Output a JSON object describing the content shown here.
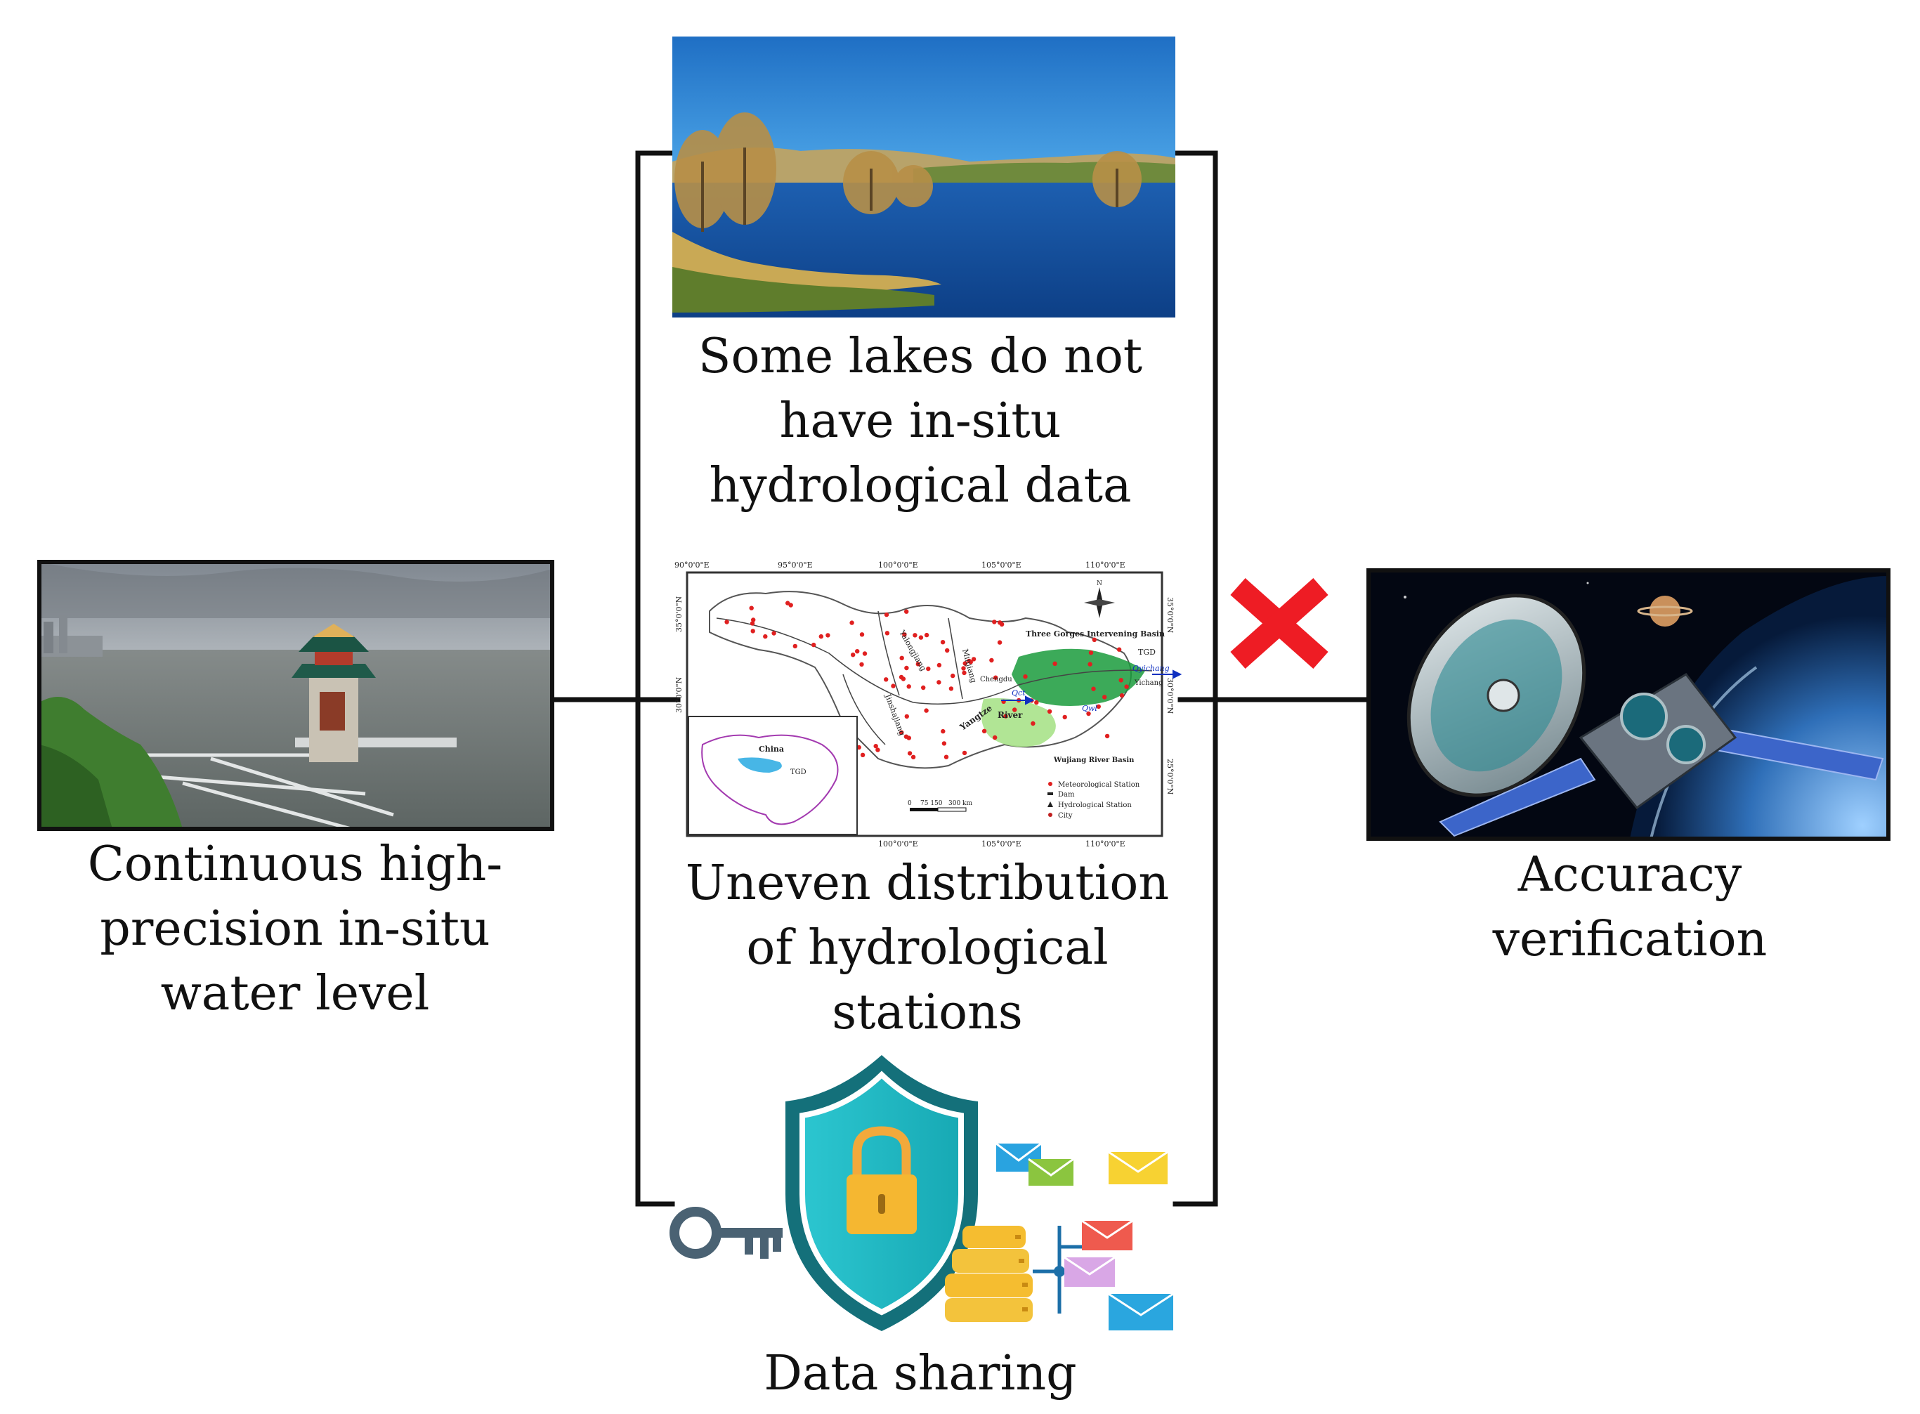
{
  "captions": {
    "left": [
      "Continuous high-",
      "precision in-situ",
      "water level"
    ],
    "lake": [
      "Some lakes do not",
      "have in-situ",
      "hydrological data"
    ],
    "map": [
      "Uneven distribution",
      "of hydrological",
      "stations"
    ],
    "sharing": [
      "Data sharing"
    ],
    "right": [
      "Accuracy",
      "verification"
    ]
  },
  "map": {
    "top_ticks": [
      "90°0'0\"E",
      "95°0'0\"E",
      "100°0'0\"E",
      "105°0'0\"E",
      "110°0'0\"E"
    ],
    "bottom_ticks": [
      "100°0'0\"E",
      "105°0'0\"E",
      "110°0'0\"E"
    ],
    "left_ticks": [
      "35°0'0\"N",
      "30°0'0\"N"
    ],
    "right_ticks": [
      "35°0'0\"N",
      "30°0'0\"N",
      "25°0'0\"N"
    ],
    "labels": {
      "three_gorges": "Three Gorges Intervening Basin",
      "tgd": "TGD",
      "yichang": "Yichang",
      "chengdu": "Chengdu",
      "wujiang": "Wujiang River Basin",
      "river": "River",
      "yangtze": "Yangtze",
      "jinsha": "Jinshajiang",
      "minjiang": "Minjiang",
      "yalong": "Yalongjiang",
      "china": "China",
      "inset_tgd": "TGD",
      "qct": "Qct",
      "qwl": "Qwl",
      "qyichang": "Qyichang"
    },
    "legend": [
      "Meteorological Station",
      "Dam",
      "Hydrological Station",
      "City"
    ],
    "scale": [
      "0",
      "75 150",
      "300 km"
    ],
    "north": "N"
  },
  "colors": {
    "connector": "#111111",
    "cross": "#ee1c24",
    "shield": "#1fb6c1",
    "shield_dark": "#14707a",
    "lock": "#f5b731",
    "key": "#4a6273",
    "station_dot": "#e02020",
    "basin_green": "#1a9b3c"
  },
  "icons": {
    "cross": "cross-icon",
    "shield": "shield-icon",
    "lock": "padlock-icon",
    "key": "key-icon",
    "server": "server-icon",
    "envelope": "envelope-icon",
    "north_arrow": "north-arrow-icon"
  }
}
